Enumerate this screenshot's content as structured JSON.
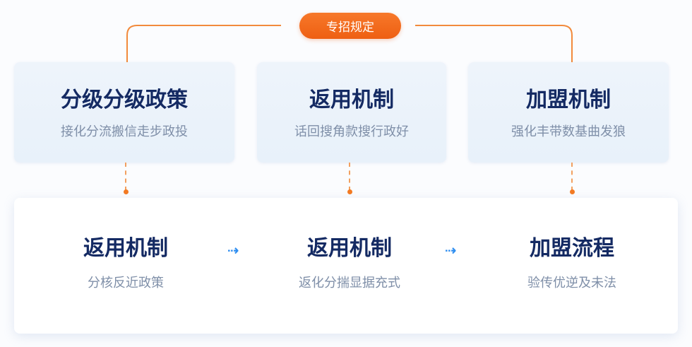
{
  "badge": "专招规定",
  "top_boxes": [
    {
      "title": "分级分级政策",
      "subtitle": "接化分流搬信走步政投"
    },
    {
      "title": "返用机制",
      "subtitle": "话回搜角款搜行政好"
    },
    {
      "title": "加盟机制",
      "subtitle": "强化丰带数基曲发狼"
    }
  ],
  "flow_steps": [
    {
      "title": "返用机制",
      "subtitle": "分核反近政策"
    },
    {
      "title": "返用机制",
      "subtitle": "返化分揣显据充式"
    },
    {
      "title": "加盟流程",
      "subtitle": "验传优逆及未法"
    }
  ],
  "colors": {
    "accent": "#f26a1b",
    "title": "#142a63",
    "arrow": "#2f8ef0"
  }
}
